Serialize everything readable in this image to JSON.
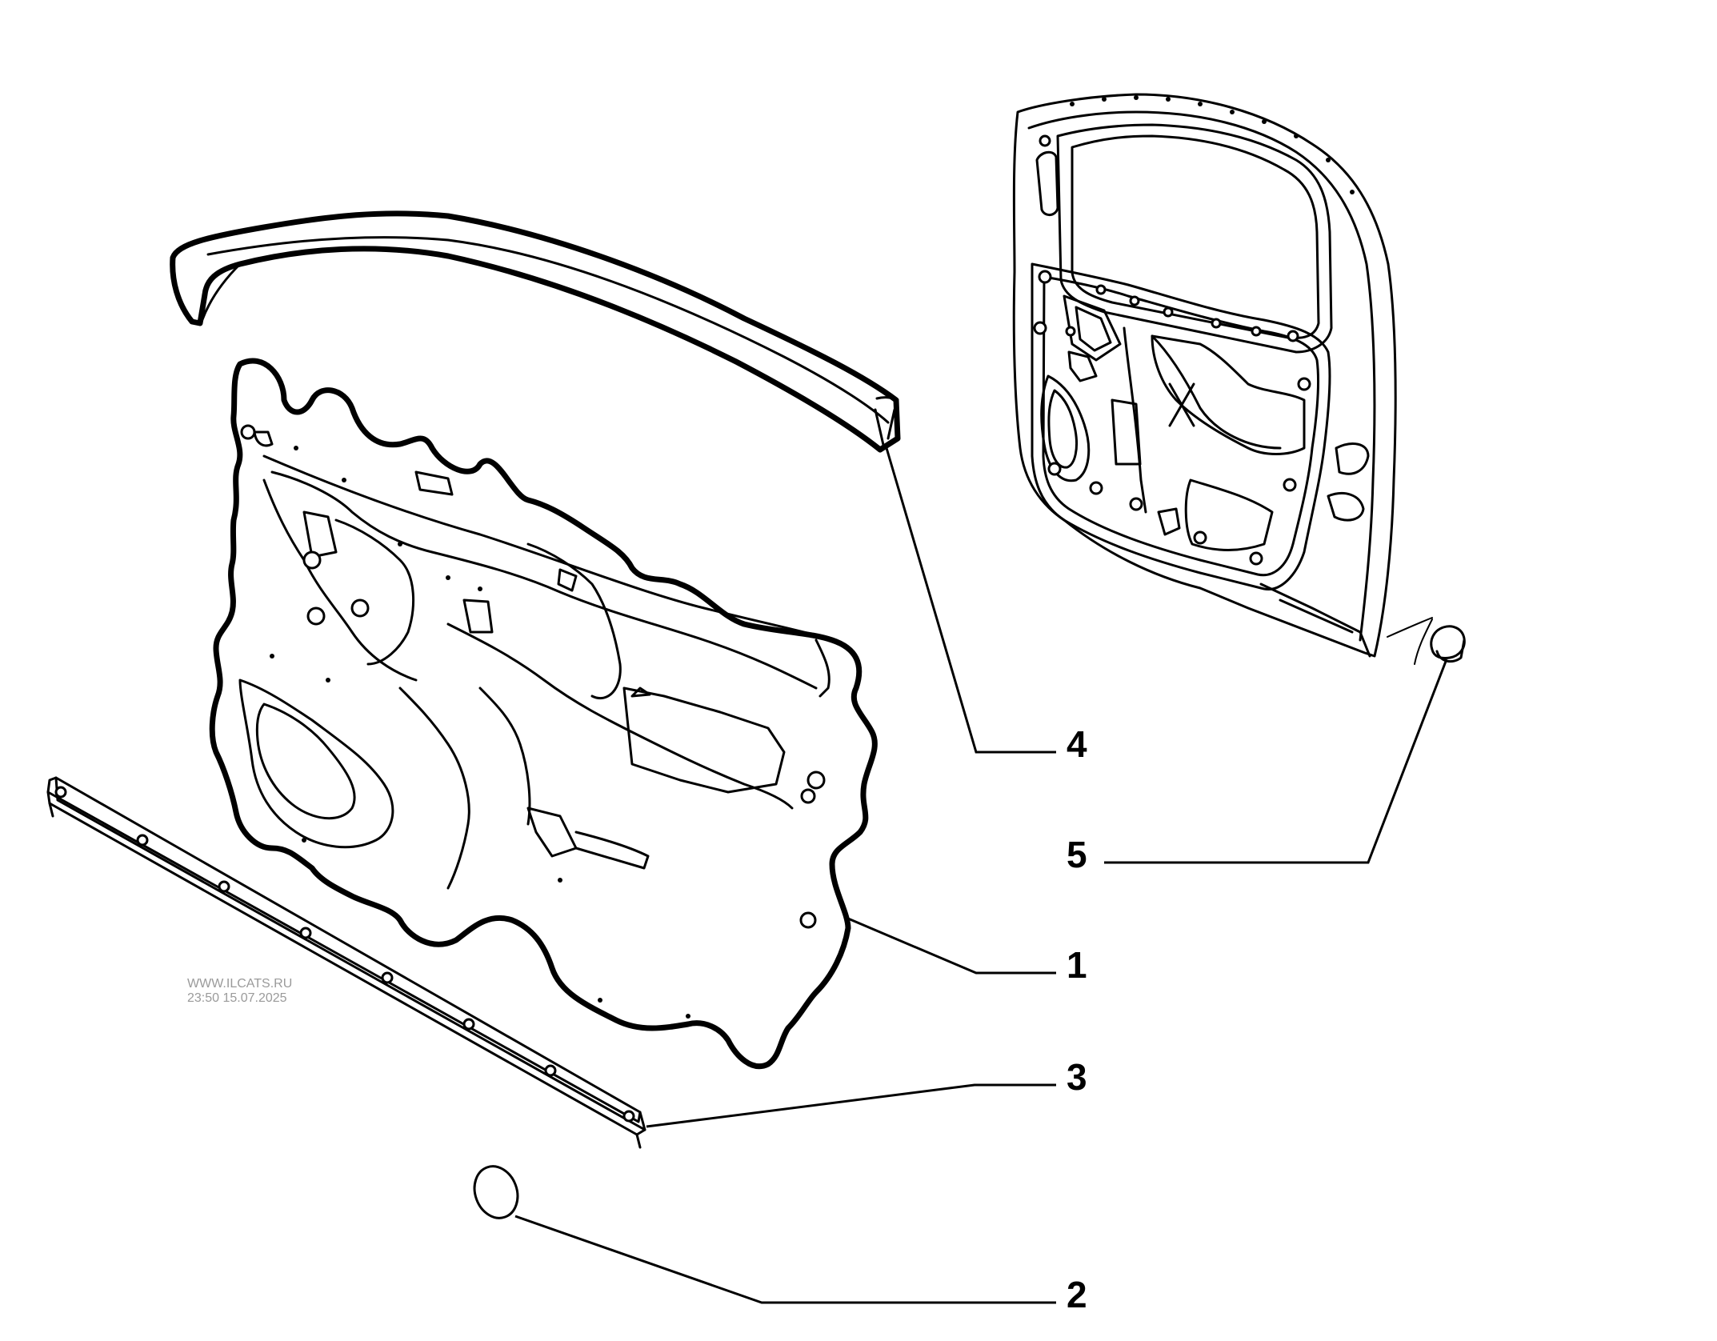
{
  "watermark": {
    "site": "WWW.ILCATS.RU",
    "datetime": "23:50 15.07.2025"
  },
  "callouts": [
    {
      "id": "1",
      "label": "1"
    },
    {
      "id": "2",
      "label": "2"
    },
    {
      "id": "3",
      "label": "3"
    },
    {
      "id": "4",
      "label": "4"
    },
    {
      "id": "5",
      "label": "5"
    }
  ],
  "colors": {
    "line": "#000000",
    "background": "#ffffff",
    "watermark": "#9a9a9a"
  }
}
